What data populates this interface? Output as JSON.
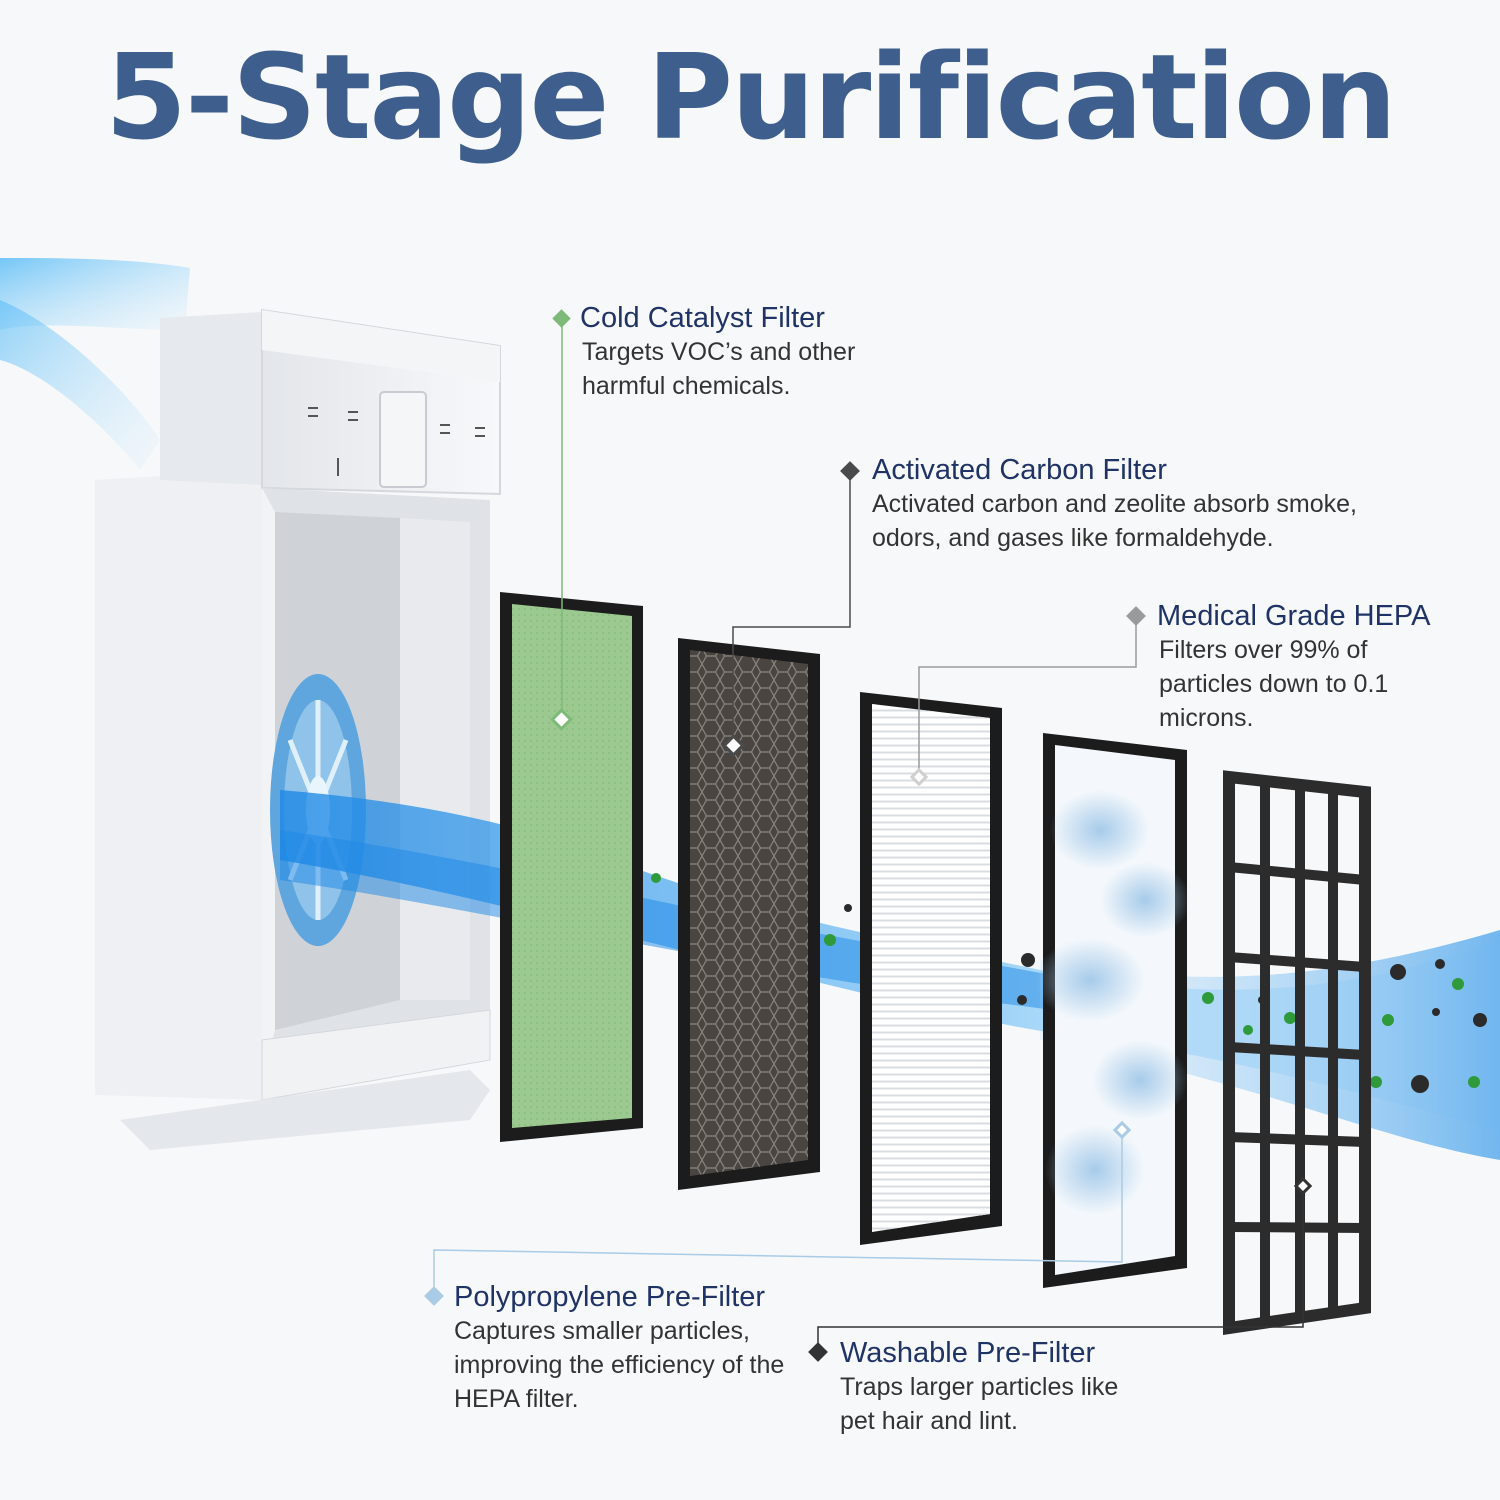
{
  "title": "5-Stage Purification",
  "colors": {
    "title": "#3e5f8e",
    "filter_name": "#1f3366",
    "description": "#333333",
    "airflow": "#3aa7ee",
    "cold_catalyst": "#9cc98f",
    "carbon": "#4a4541",
    "hepa": "#ffffff",
    "polypropylene": "#cfe3f3",
    "washable_grid": "#2c2c2c"
  },
  "filters": [
    {
      "key": "cold_catalyst",
      "name": "Cold Catalyst Filter",
      "description": "Targets VOC’s and other harmful chemicals.",
      "marker_color": "#7dba78",
      "marker_icon": "diamond-icon"
    },
    {
      "key": "activated_carbon",
      "name": "Activated Carbon Filter",
      "description": "Activated carbon and zeolite absorb smoke, odors, and gases like formaldehyde.",
      "marker_color": "#4a4a4a",
      "marker_icon": "diamond-icon"
    },
    {
      "key": "hepa",
      "name": "Medical Grade HEPA",
      "description": "Filters over 99% of particles down to 0.1 microns.",
      "marker_color": "#9a9a9a",
      "marker_icon": "diamond-icon"
    },
    {
      "key": "polypropylene",
      "name": "Polypropylene Pre-Filter",
      "description": "Captures smaller particles, improving the efficiency of the HEPA filter.",
      "marker_color": "#a9cbe6",
      "marker_icon": "diamond-icon"
    },
    {
      "key": "washable",
      "name": "Washable Pre-Filter",
      "description": "Traps larger particles like pet hair and lint.",
      "marker_color": "#333333",
      "marker_icon": "diamond-icon"
    }
  ]
}
